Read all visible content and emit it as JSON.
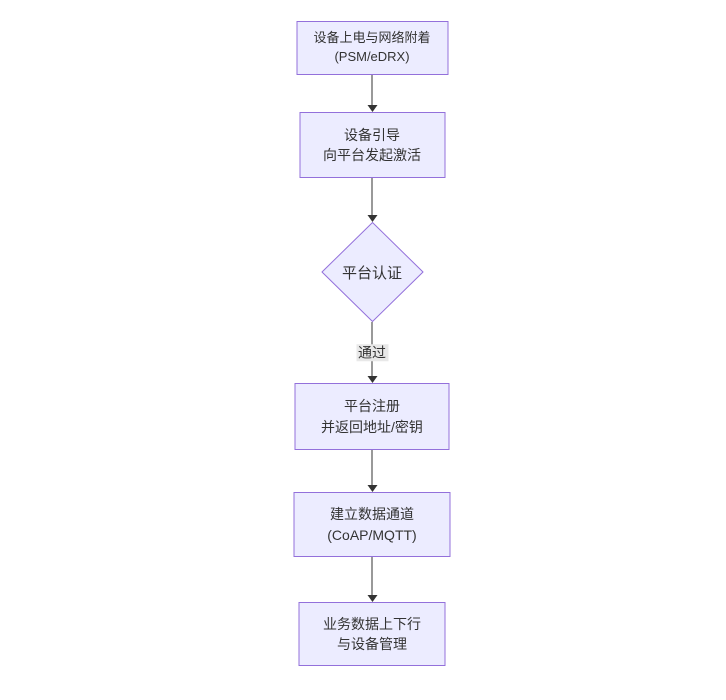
{
  "diagram": {
    "type": "flowchart-top-down",
    "nodes": [
      {
        "name": "power-attach",
        "shape": "rect",
        "line1": "设备上电与网络附着",
        "line2": "(PSM/eDRX)"
      },
      {
        "name": "bootstrap",
        "shape": "rect",
        "line1": "设备引导",
        "line2": "向平台发起激活"
      },
      {
        "name": "platform-auth",
        "shape": "diamond",
        "line1": "平台认证",
        "line2": ""
      },
      {
        "name": "platform-register",
        "shape": "rect",
        "line1": "平台注册",
        "line2": "并返回地址/密钥"
      },
      {
        "name": "data-channel",
        "shape": "rect",
        "line1": "建立数据通道",
        "line2": "(CoAP/MQTT)"
      },
      {
        "name": "business-data",
        "shape": "rect",
        "line1": "业务数据上下行",
        "line2": "与设备管理"
      }
    ],
    "edges": [
      {
        "from": "power-attach",
        "to": "bootstrap",
        "label": ""
      },
      {
        "from": "bootstrap",
        "to": "platform-auth",
        "label": ""
      },
      {
        "from": "platform-auth",
        "to": "platform-register",
        "label": "通过"
      },
      {
        "from": "platform-register",
        "to": "data-channel",
        "label": ""
      },
      {
        "from": "data-channel",
        "to": "business-data",
        "label": ""
      }
    ],
    "style": {
      "node_fill": "#ECECFF",
      "node_border": "#9370DB",
      "text_color": "#333333",
      "arrow_color": "#333333",
      "edge_label_background": "#e8e8e8",
      "background": "#ffffff"
    }
  }
}
